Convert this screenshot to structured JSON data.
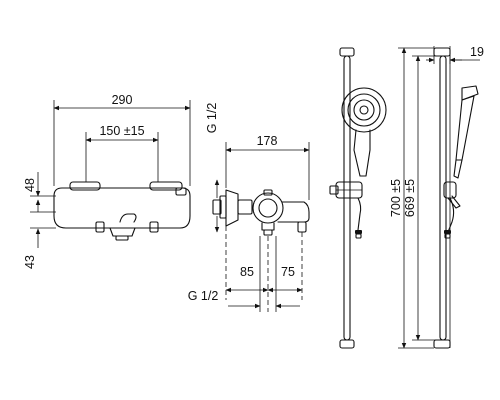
{
  "front_view": {
    "width_total": "290",
    "center_spacing": "150 ±15",
    "height_upper": "48",
    "height_lower": "43"
  },
  "side_view": {
    "thread_top": "G 1/2",
    "depth": "178",
    "offset_left": "85",
    "offset_right": "75",
    "thread_bottom": "G 1/2"
  },
  "shower_rail": {
    "total_height": "700 ±5",
    "fixing_spacing": "669 ±5",
    "wall_offset": "19"
  },
  "colors": {
    "line": "#111111",
    "background": "#ffffff"
  }
}
